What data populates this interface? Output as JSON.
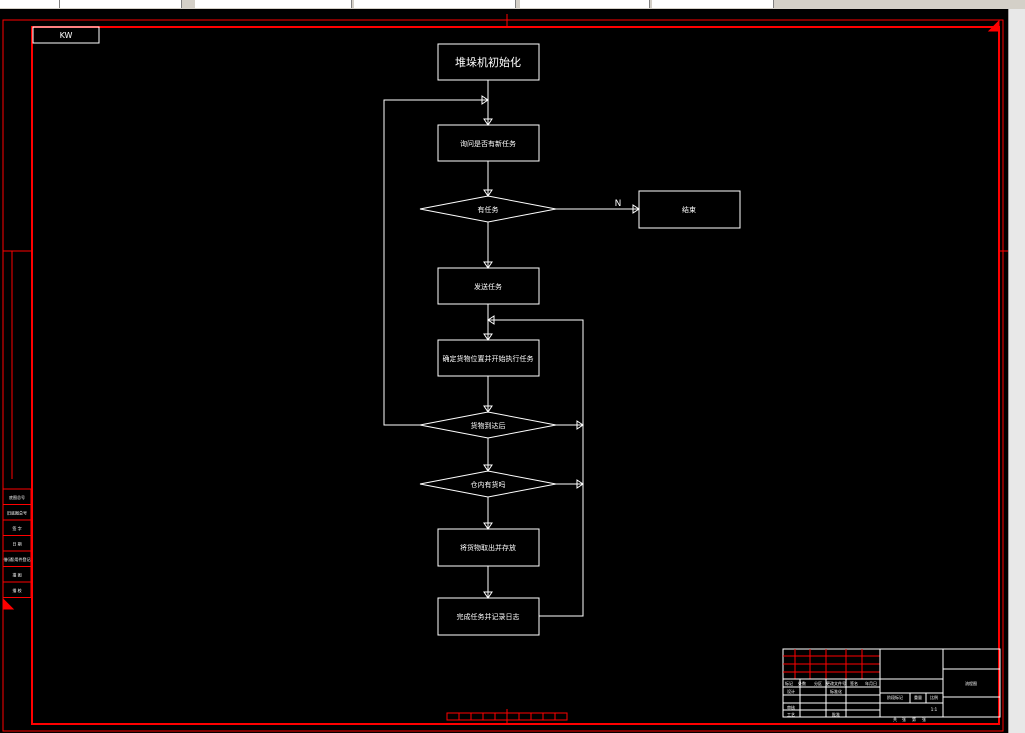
{
  "window": {
    "tabs": [
      "",
      "",
      "",
      "",
      ""
    ]
  },
  "drawing": {
    "colors": {
      "frame": "#ff0000",
      "lines": "#ffffff",
      "background": "#000000"
    },
    "top_left_tag": "KW",
    "nodes": {
      "start": "堆垛机初始化",
      "query": "询问是否有新任务",
      "has_order": "有任务",
      "end": "结束",
      "send": "发送任务",
      "confirm": "确定货物位置并开始执行任务",
      "goods_check": "货物到达后",
      "slot_check": "仓内有货吗",
      "fetch": "将货物取出并存放",
      "report": "完成任务并记录日志"
    },
    "edge_labels": {
      "no": "N"
    },
    "left_table": [
      "底图总号",
      "旧底图总号",
      "签 字",
      "日 期",
      "借(通)用件登记",
      "描 图",
      "描 校"
    ],
    "title_block": {
      "headers": [
        "标记",
        "处数",
        "分区",
        "更改文件号",
        "签名",
        "年月日"
      ],
      "roles": [
        "设计",
        "审核",
        "工艺"
      ],
      "mid": [
        "标准化",
        "批准"
      ],
      "stage": [
        "阶段标记",
        "重量",
        "比例"
      ],
      "scale": "1:1",
      "sheet": [
        "共",
        "张",
        "第",
        "张"
      ],
      "drawing_name": "流程图"
    }
  }
}
